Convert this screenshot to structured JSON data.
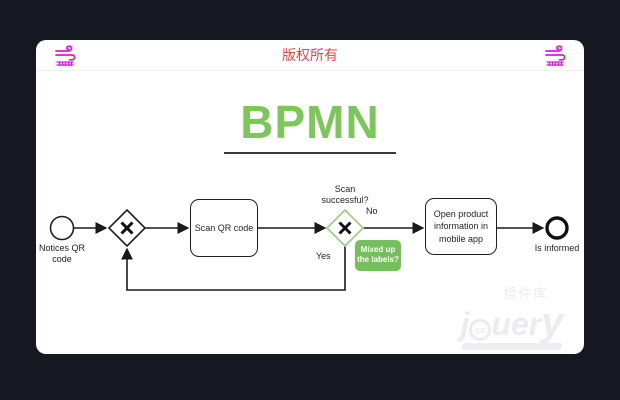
{
  "page": {
    "background_color": "#161922"
  },
  "card": {
    "header": {
      "copyright_text": "版权所有",
      "copyright_color": "#e64545",
      "left_icon": "wind-icon",
      "right_icon": "wind-icon",
      "icon_color": "#e213e2"
    },
    "title": {
      "text": "BPMN",
      "color": "#7cc65a"
    }
  },
  "diagram": {
    "start_event_label": "Notices QR code",
    "task1_label": "Scan QR code",
    "gateway_question": "Scan successful?",
    "branch_no_label": "No",
    "branch_yes_label": "Yes",
    "task2_label": "Open product information in mobile app",
    "end_event_label": "Is informed",
    "tooltip_text": "Mixed up the labels?",
    "tooltip_color": "#76bf5d",
    "gateway2_border_color": "#9ed186",
    "stroke_color": "#1a1a1a"
  },
  "watermark": {
    "badge": "插件库",
    "logo_prefix": "j",
    "logo_circle": "co",
    "logo_mid": "uer",
    "logo_tail": "y"
  }
}
